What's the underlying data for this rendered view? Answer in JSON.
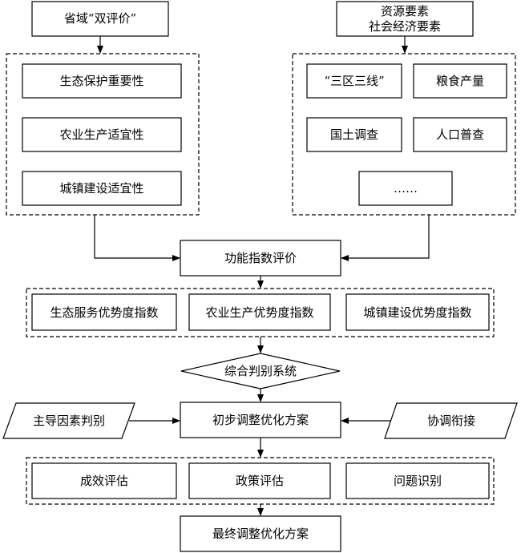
{
  "top": {
    "province": "省域“双评价”",
    "resources_line1": "资源要素",
    "resources_line2": "社会经济要素"
  },
  "left_group": [
    "生态保护重要性",
    "农业生产适宜性",
    "城镇建设适宜性"
  ],
  "right_group": [
    "“三区三线”",
    "粮食产量",
    "国土调查",
    "人口普查",
    "……"
  ],
  "function_eval": "功能指数评价",
  "indices": [
    "生态服务优势度指数",
    "农业生产优势度指数",
    "城镇建设优势度指数"
  ],
  "decision": "综合判别系统",
  "left_input": "主导因素判别",
  "preliminary": "初步调整优化方案",
  "right_input": "协调衔接",
  "assessments": [
    "成效评估",
    "政策评估",
    "问题识别"
  ],
  "final": "最终调整优化方案"
}
